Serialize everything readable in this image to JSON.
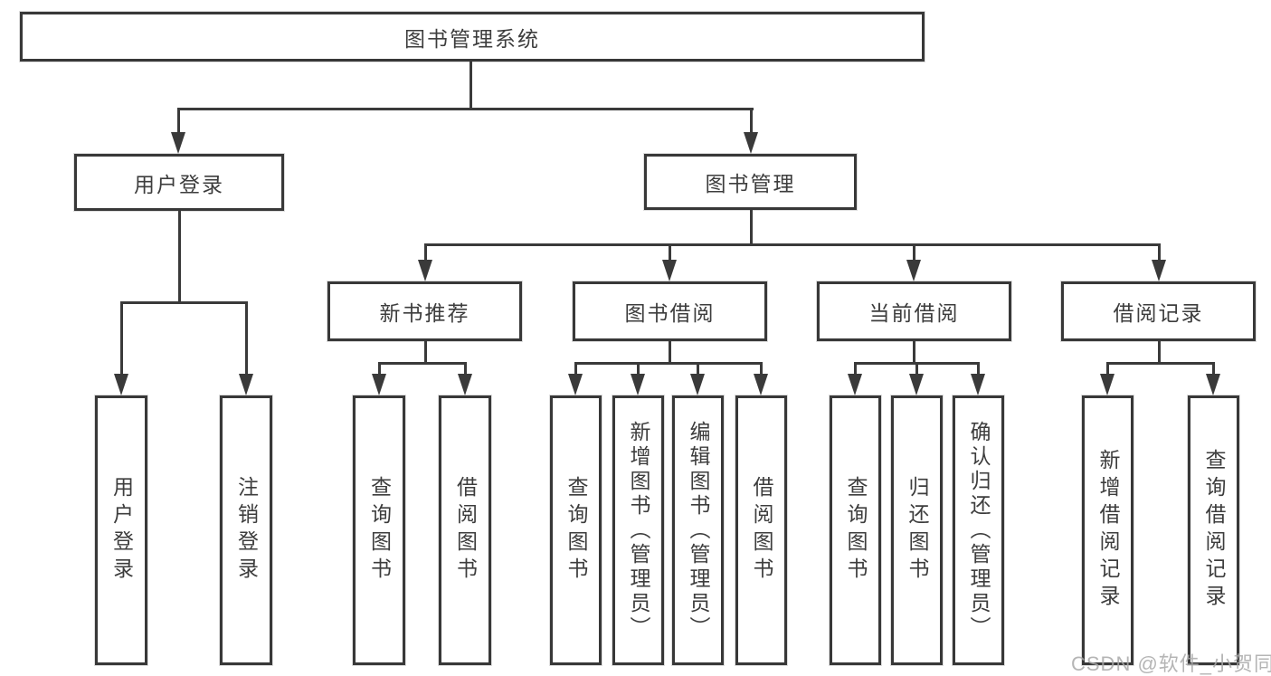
{
  "nodes": {
    "root": "图书管理系统",
    "user_login": "用户登录",
    "book_mgmt": "图书管理",
    "new_books": "新书推荐",
    "book_borrow": "图书借阅",
    "current_borrow": "当前借阅",
    "borrow_records": "借阅记录",
    "login_user": "用户登录",
    "login_logout": "注销登录",
    "nb_query": "查询图书",
    "nb_borrow": "借阅图书",
    "bw_query": "查询图书",
    "bw_add": "新增图书（管理员）",
    "bw_edit": "编辑图书（管理员）",
    "bw_borrow": "借阅图书",
    "cur_query": "查询图书",
    "cur_return": "归还图书",
    "cur_confirm": "确认归还（管理员）",
    "rec_add": "新增借阅记录",
    "rec_query": "查询借阅记录"
  },
  "watermark": "CSDN @软件_小贺同学",
  "colors": {
    "line": "#3a3a3a",
    "text": "#3d3d3d",
    "background": "#ffffff",
    "watermark": "#a8a8a8"
  }
}
